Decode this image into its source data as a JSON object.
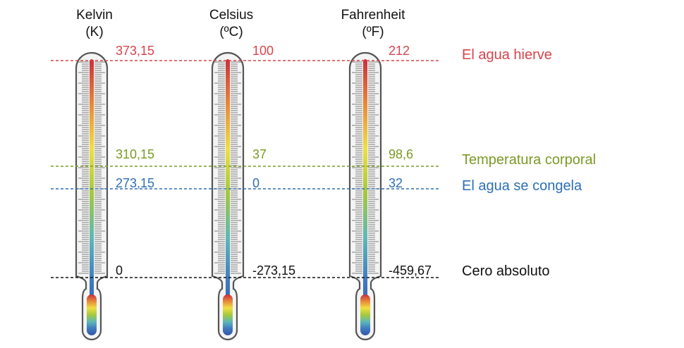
{
  "scales": [
    {
      "name": "Kelvin",
      "unit": "(K)",
      "values": [
        "373,15",
        "310,15",
        "273,15",
        "0"
      ]
    },
    {
      "name": "Celsius",
      "unit": "(ºC)",
      "values": [
        "100",
        "37",
        "0",
        "-273,15"
      ]
    },
    {
      "name": "Fahrenheit",
      "unit": "(ºF)",
      "values": [
        "212",
        "98,6",
        "32",
        "-459,67"
      ]
    }
  ],
  "references": [
    {
      "label": "El agua hierve",
      "color": "#d9434b"
    },
    {
      "label": "Temperatura corporal",
      "color": "#7a9a25"
    },
    {
      "label": "El agua se congela",
      "color": "#2e6fb3"
    },
    {
      "label": "Cero absoluto",
      "color": "#111111"
    }
  ],
  "colors": {
    "tube_outline": "#555555",
    "tube_fill": "#f4f4f4",
    "tick": "#6f6f6f",
    "mercury_gradient": [
      "#c9303c",
      "#e8873a",
      "#f0df42",
      "#a4c93c",
      "#5fb8b7",
      "#3f79c0",
      "#3556a6"
    ]
  }
}
